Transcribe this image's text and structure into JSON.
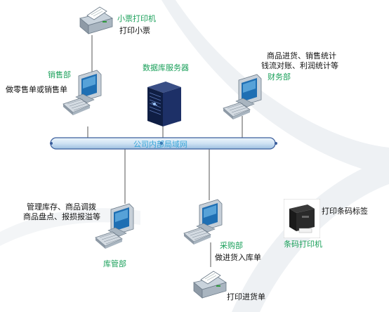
{
  "network": {
    "bus_label": "公司内部局域网"
  },
  "nodes": {
    "receipt_printer": {
      "title": "小票打印机",
      "desc": "打印小票"
    },
    "sales": {
      "title": "销售部",
      "desc": "做零售单或销售单"
    },
    "db_server": {
      "title": "数据库服务器"
    },
    "finance": {
      "title": "财务部",
      "desc_line1": "商品进货、销售统计",
      "desc_line2": "钱流对账、利润统计等"
    },
    "warehouse": {
      "title": "库管部",
      "desc_line1": "管理库存、商品调拨",
      "desc_line2": "商品盘点、报损报溢等"
    },
    "purchasing": {
      "title": "采购部",
      "desc": "做进货入库单"
    },
    "barcode_printer": {
      "title": "条码打印机",
      "desc": "打印条码标签"
    },
    "purchase_printer": {
      "desc": "打印进货单"
    }
  },
  "colors": {
    "label_green": "#1aa05a",
    "bus_fill": "#cfe3f4",
    "bus_stroke": "#3a5d9c",
    "bus_text": "#39a6d8"
  }
}
